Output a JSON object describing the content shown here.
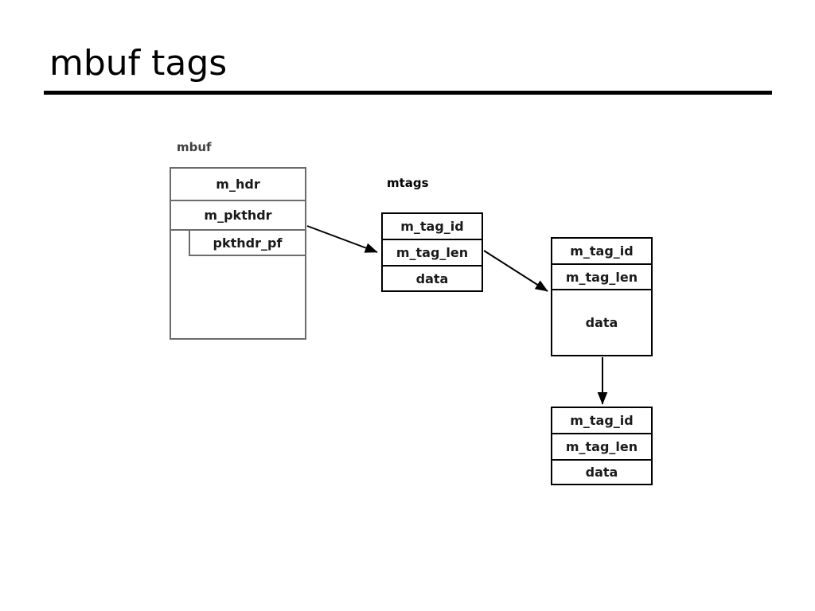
{
  "slide": {
    "title": "mbuf tags"
  },
  "diagram": {
    "mbuf": {
      "label": "mbuf",
      "rows": [
        {
          "label": "m_hdr"
        },
        {
          "label": "m_pkthdr"
        },
        {
          "label": ""
        }
      ],
      "nested": {
        "label": "pkthdr_pf"
      }
    },
    "mtags": {
      "label": "mtags",
      "nodes": [
        {
          "rows": [
            "m_tag_id",
            "m_tag_len",
            "data"
          ]
        },
        {
          "rows": [
            "m_tag_id",
            "m_tag_len",
            "data"
          ]
        },
        {
          "rows": [
            "m_tag_id",
            "m_tag_len",
            "data"
          ]
        }
      ]
    },
    "connectors": [
      {
        "name": "mbuf-to-mtag1",
        "kind": "arrow-diagonal"
      },
      {
        "name": "mtag1-to-mtag2",
        "kind": "arrow-diagonal"
      },
      {
        "name": "mtag2-to-mtag3",
        "kind": "arrow-vertical"
      }
    ]
  },
  "colors": {
    "title_text": "#000000",
    "rule": "#000000",
    "box_gray_border": "#6b6b6b",
    "box_black_border": "#000000",
    "row_text": "#1a1a1a",
    "label_mbuf": "#3f3f3f",
    "label_mtags": "#000000",
    "background": "#ffffff"
  }
}
